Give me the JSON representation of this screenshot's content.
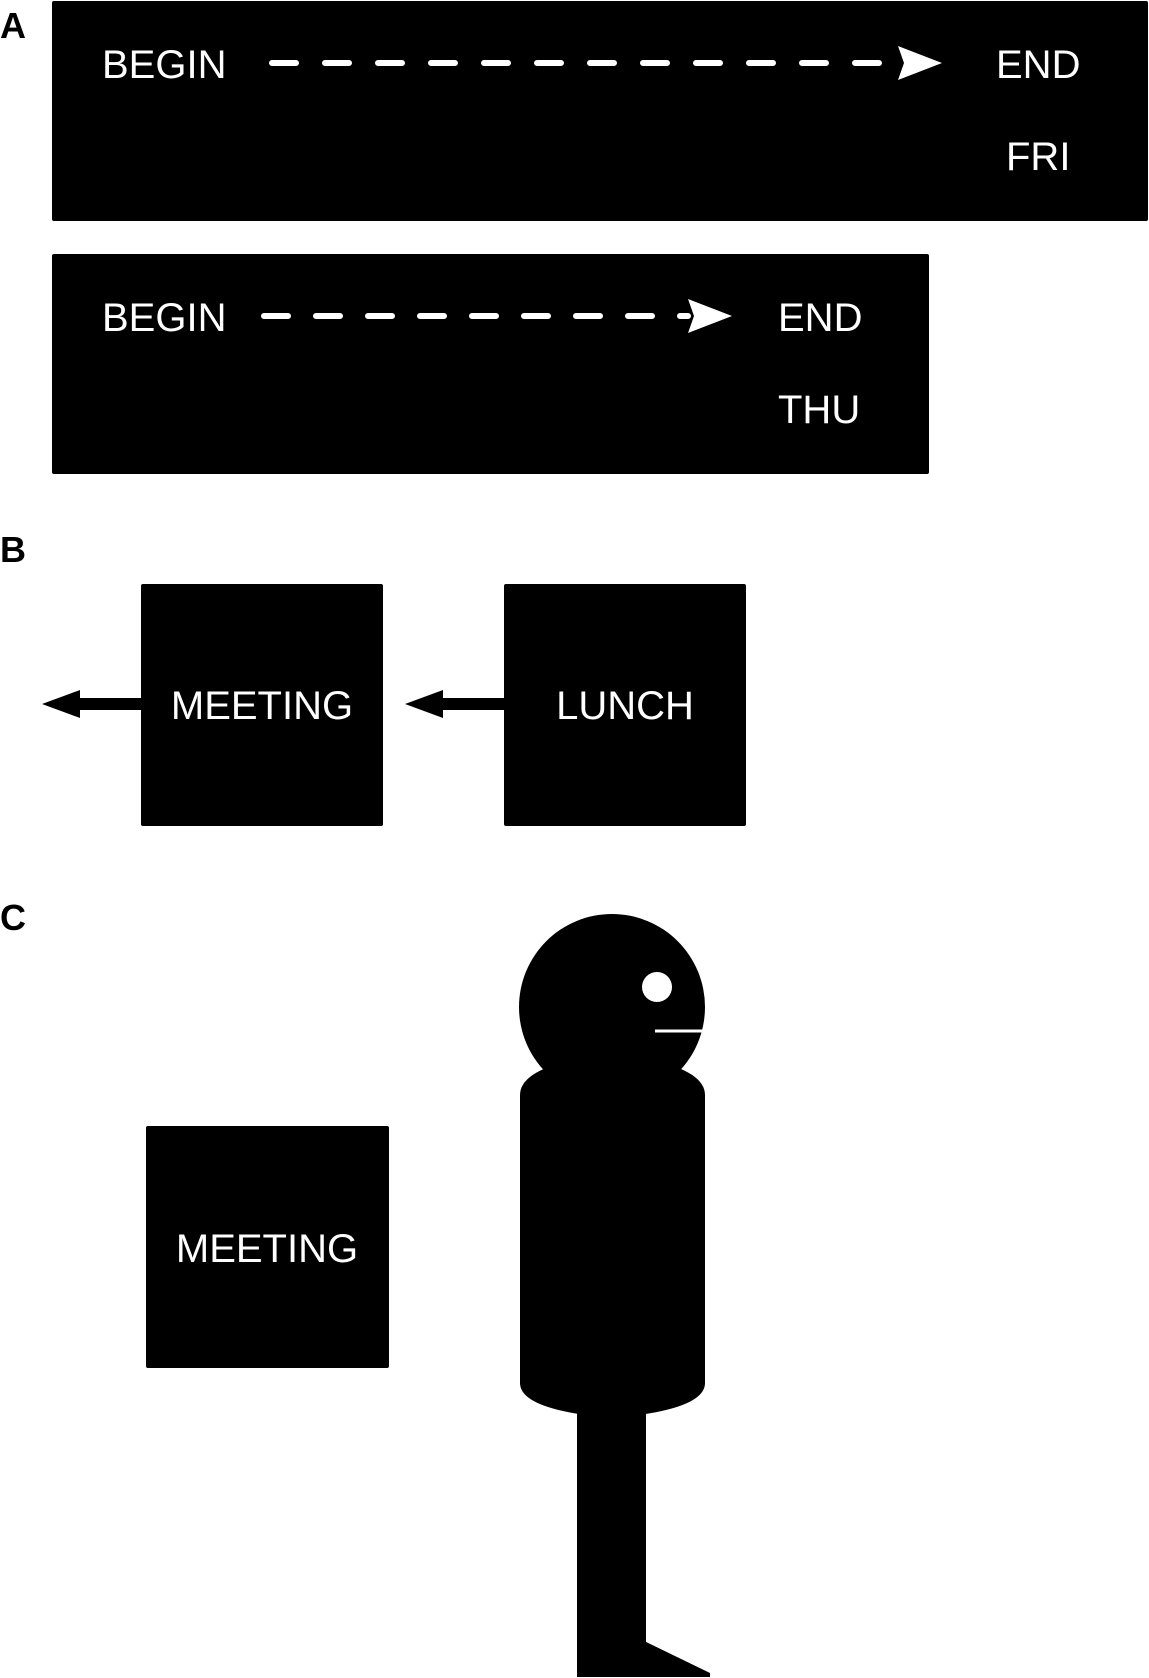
{
  "panels": {
    "a": {
      "label": "A",
      "timeline_long": {
        "start_label": "BEGIN",
        "end_label": "END",
        "day_label": "FRI"
      },
      "timeline_short": {
        "start_label": "BEGIN",
        "end_label": "END",
        "day_label": "THU"
      }
    },
    "b": {
      "label": "B",
      "boxes": [
        {
          "label": "MEETING"
        },
        {
          "label": "LUNCH"
        }
      ]
    },
    "c": {
      "label": "C",
      "box_label": "MEETING"
    }
  },
  "colors": {
    "foreground": "#000000",
    "background": "#ffffff",
    "text_on_dark": "#ffffff"
  },
  "icons": {
    "arrow": "arrow-left-icon",
    "figure": "person-silhouette-icon"
  }
}
